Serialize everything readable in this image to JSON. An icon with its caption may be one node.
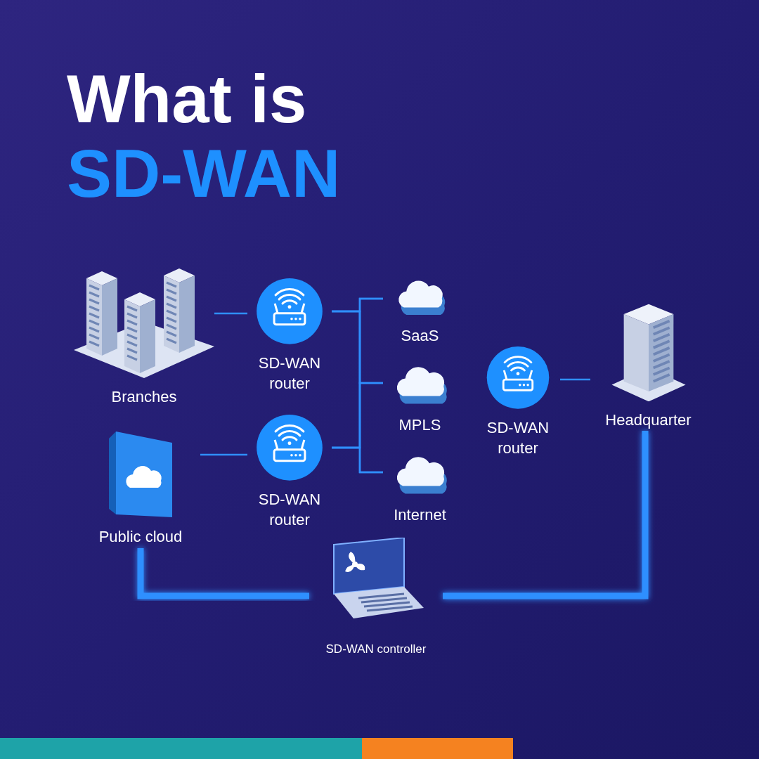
{
  "diagram": {
    "title": "What is SD-WAN",
    "nodes": [
      {
        "text": [
          "Branches"
        ]
      },
      {
        "text": [
          "SD-WAN router"
        ]
      },
      {
        "text": [
          "SaaS"
        ]
      },
      {
        "text": [
          "MPLS"
        ]
      },
      {
        "text": [
          "Internet"
        ]
      },
      {
        "text": [
          "Public cloud"
        ]
      },
      {
        "text": [
          "SD-WAN router"
        ]
      },
      {
        "text": [
          "SD-WAN router"
        ]
      },
      {
        "text": [
          "Headquarter"
        ]
      },
      {
        "text": [
          "SD-WAN controller"
        ]
      }
    ],
    "edges": [
      {
        "from": 0,
        "to": 1,
        "arrow": "none"
      },
      {
        "from": 1,
        "to": 2,
        "arrow": "none"
      },
      {
        "from": 1,
        "to": 3,
        "arrow": "none"
      },
      {
        "from": 1,
        "to": 4,
        "arrow": "none"
      },
      {
        "from": 5,
        "to": 6,
        "arrow": "none"
      },
      {
        "from": 6,
        "to": 2,
        "arrow": "none"
      },
      {
        "from": 6,
        "to": 3,
        "arrow": "none"
      },
      {
        "from": 6,
        "to": 4,
        "arrow": "none"
      },
      {
        "from": 7,
        "to": 8,
        "arrow": "none"
      },
      {
        "from": 5,
        "to": 9,
        "arrow": "none",
        "style": "thick"
      },
      {
        "from": 8,
        "to": 9,
        "arrow": "none",
        "style": "thick"
      }
    ]
  }
}
